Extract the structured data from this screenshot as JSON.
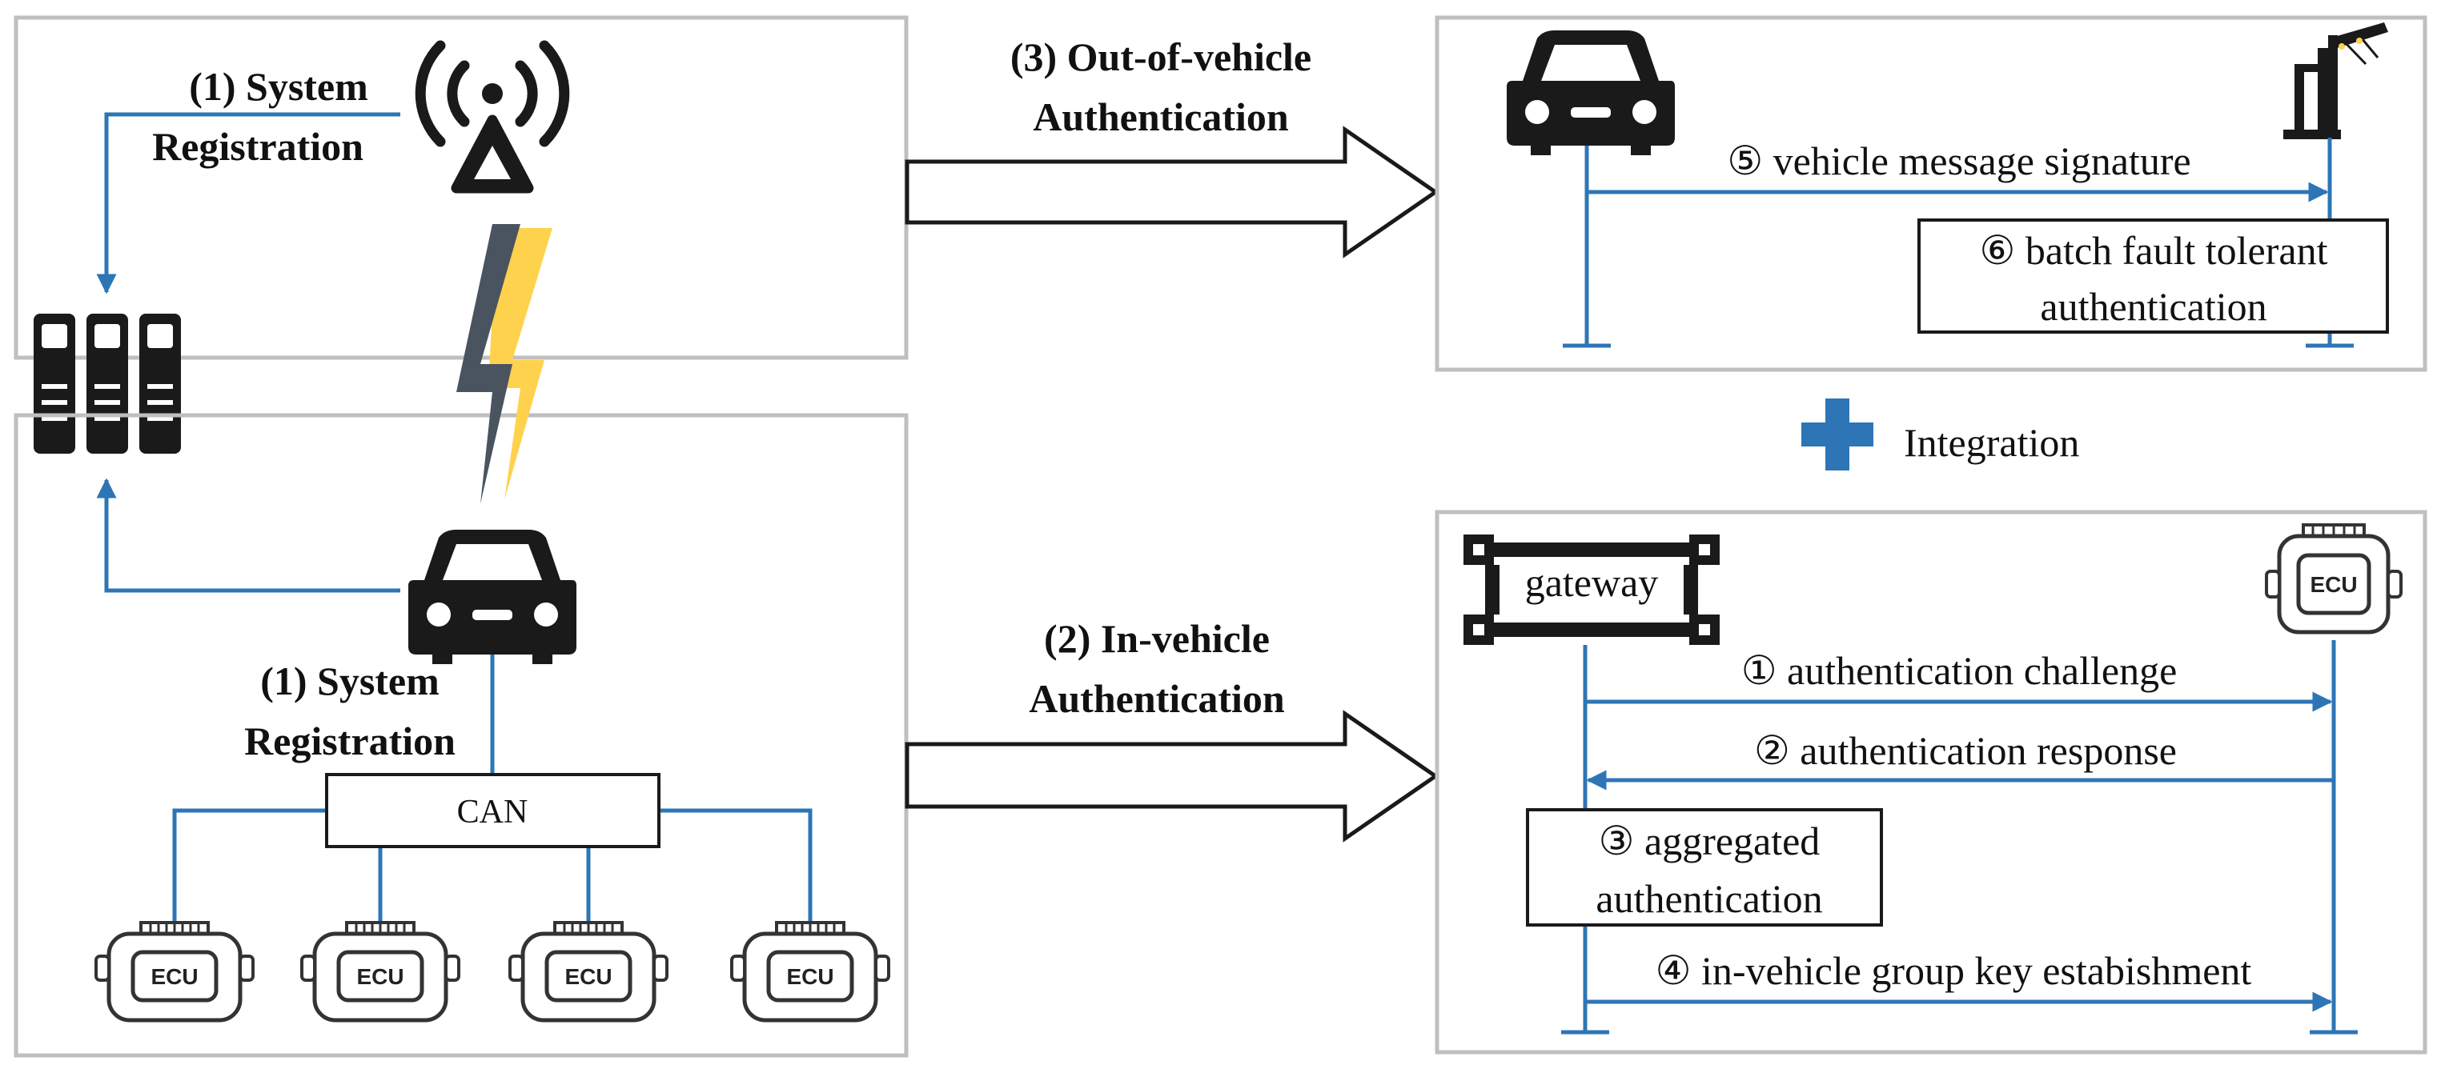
{
  "left_top": {
    "registration_line1": "(1) System",
    "registration_line2": "Registration"
  },
  "left_bottom": {
    "registration_line1": "(1) System",
    "registration_line2": "Registration",
    "can_label": "CAN",
    "ecu_labels": [
      "ECU",
      "ECU",
      "ECU",
      "ECU"
    ]
  },
  "arrows": {
    "out_of_vehicle_line1": "(3) Out-of-vehicle",
    "out_of_vehicle_line2": "Authentication",
    "in_vehicle_line1": "(2) In-vehicle",
    "in_vehicle_line2": "Authentication"
  },
  "out_vehicle_panel": {
    "step5": "⑤ vehicle message signature",
    "step6_line1": "⑥ batch fault tolerant",
    "step6_line2": "authentication"
  },
  "integration": {
    "label": "Integration",
    "accent_color": "#2e75b6"
  },
  "in_vehicle_panel": {
    "gateway_label": "gateway",
    "ecu_label": "ECU",
    "step1": "① authentication challenge",
    "step2": "② authentication response",
    "step3_line1": "③ aggregated",
    "step3_line2": "authentication",
    "step4": "④ in-vehicle group key estabishment"
  },
  "colors": {
    "line_blue": "#2e75b6",
    "panel_border": "#bfbfbf",
    "icon_dark": "#1a1a1a",
    "lightning_yellow": "#ffd24d",
    "lightning_gray": "#4a5360"
  }
}
